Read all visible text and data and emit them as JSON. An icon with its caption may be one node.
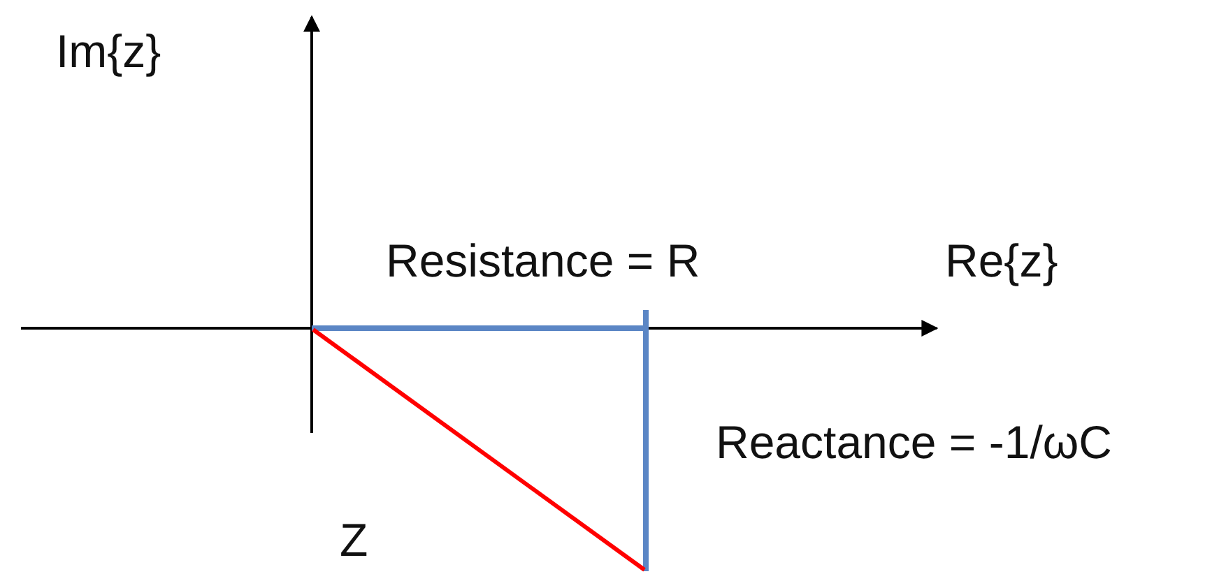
{
  "diagram": {
    "labels": [
      "Im{z}",
      "Resistance = R",
      "Re{z}",
      "Reactance = -1/ωC",
      "Z"
    ]
  }
}
